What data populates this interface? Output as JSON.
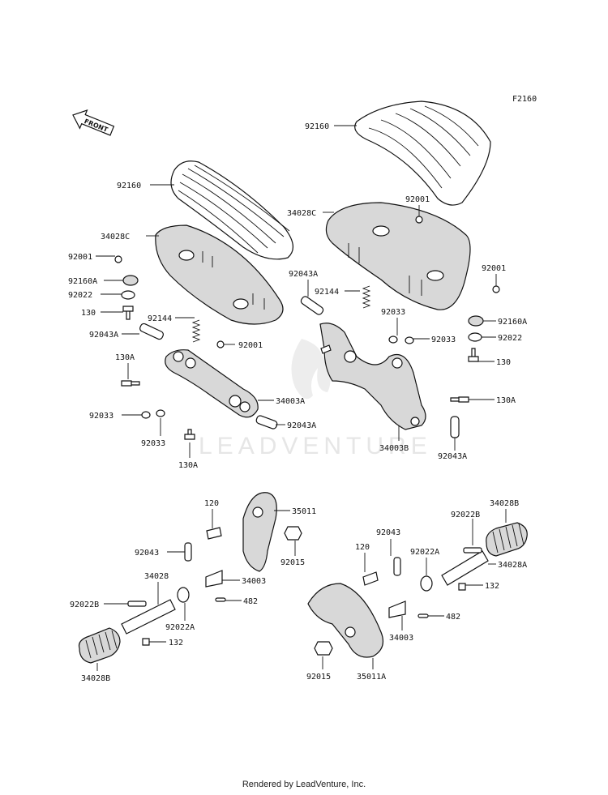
{
  "diagram_code": "F2160",
  "front_label": "FRONT",
  "watermark": "LEADVENTURE",
  "footer": "Rendered by LeadVenture, Inc.",
  "part_labels": {
    "p92160_r": "92160",
    "p92001_rt": "92001",
    "p34028C_r": "34028C",
    "p92043A_rt": "92043A",
    "p92001_rr": "92001",
    "p92144_r": "92144",
    "p92160A_r": "92160A",
    "p92033_r1": "92033",
    "p92033_r2": "92033",
    "p92022_r": "92022",
    "p130_r": "130",
    "p130A_r": "130A",
    "p34003B": "34003B",
    "p92043A_rb": "92043A",
    "p92160_l": "92160",
    "p34028C_l": "34028C",
    "p92001_l": "92001",
    "p92160A_l": "92160A",
    "p92022_l": "92022",
    "p130_l": "130",
    "p92144_l": "92144",
    "p92043A_l": "92043A",
    "p92001_lb": "92001",
    "p130A_l": "130A",
    "p34003A": "34003A",
    "p92033_l1": "92033",
    "p92043A_lb": "92043A",
    "p92033_l2": "92033",
    "p130A_lb": "130A",
    "p120_l": "120",
    "p35011": "35011",
    "p92043_l": "92043",
    "p92015_l": "92015",
    "p34028": "34028",
    "p34003_l": "34003",
    "p92022B_l": "92022B",
    "p482_l": "482",
    "p92022A_l": "92022A",
    "p132_l": "132",
    "p34028B_l": "34028B",
    "p34028B_r": "34028B",
    "p92022B_r": "92022B",
    "p92043_r": "92043",
    "p120_r": "120",
    "p92022A_r": "92022A",
    "p34028A": "34028A",
    "p132_r": "132",
    "p482_r": "482",
    "p34003_r": "34003",
    "p92015_r": "92015",
    "p35011A": "35011A"
  }
}
